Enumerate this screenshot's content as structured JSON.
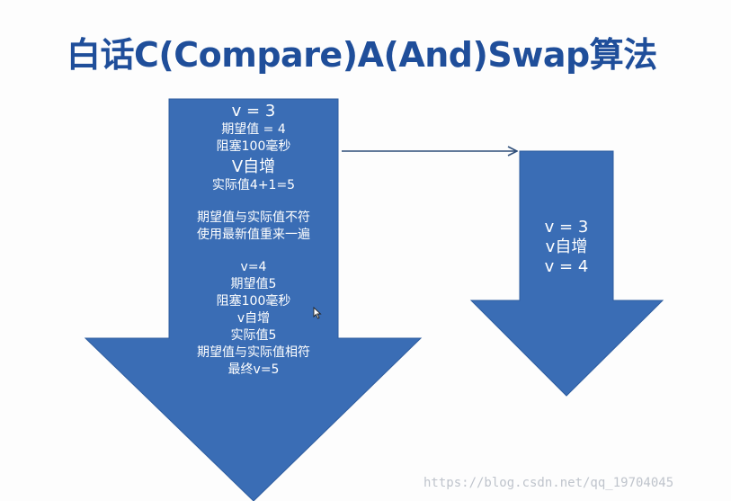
{
  "title": "白话C(Compare)A(And)Swap算法",
  "left_arrow": {
    "lines": [
      "v = 3",
      "期望值 = 4",
      "阻塞100毫秒",
      "V自增",
      "实际值4+1=5",
      "期望值与实际值不符",
      "使用最新值重来一遍",
      "v=4",
      "期望值5",
      "阻塞100毫秒",
      "v自增",
      "实际值5",
      "期望值与实际值相符",
      "最终v=5"
    ]
  },
  "right_arrow": {
    "lines": [
      "v = 3",
      "v自增",
      "v = 4"
    ]
  },
  "watermark": "https://blog.csdn.net/qq_19704045",
  "colors": {
    "title": "#1f4e9a",
    "arrow_fill": "#3a6db5",
    "arrow_stroke": "#2e5d9f",
    "connector": "#2f4f7a",
    "watermark": "#bfc4cc"
  },
  "icons": {
    "cursor": "mouse-pointer-icon"
  }
}
